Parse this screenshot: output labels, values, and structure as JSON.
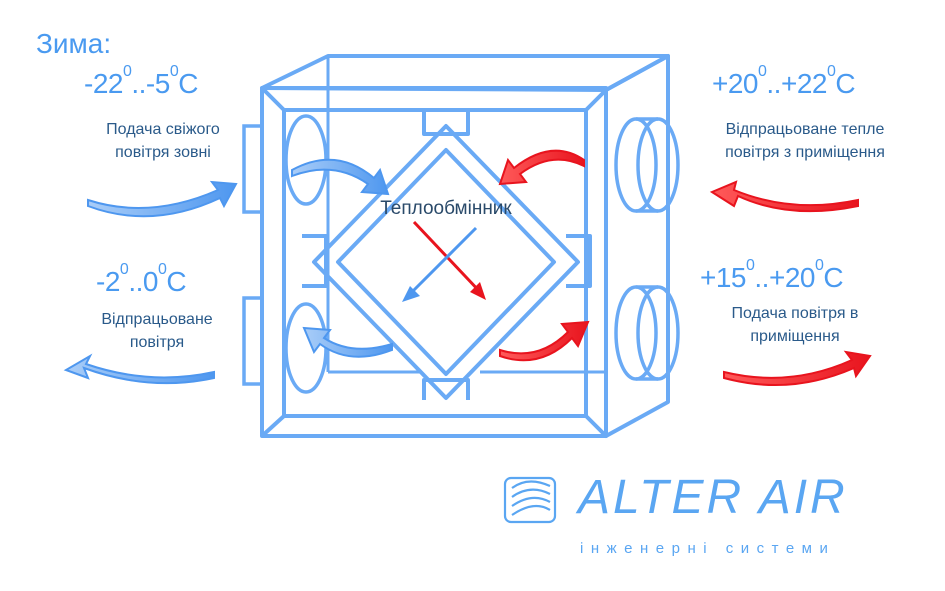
{
  "season": "Зима:",
  "inlet_outside": {
    "temp": [
      "-22",
      "0",
      "..-5",
      "0",
      "C"
    ],
    "label_line1": "Подача свіжого",
    "label_line2": "повітря зовні"
  },
  "exhaust_outside": {
    "temp": [
      "-2",
      "0",
      "..0",
      "0",
      "C"
    ],
    "label_line1": "Відпрацьоване",
    "label_line2": "повітря"
  },
  "extract_room": {
    "temp": [
      "+20",
      "0",
      "..+22",
      "0",
      "C"
    ],
    "label_line1": "Відпрацьоване тепле",
    "label_line2": "повітря з приміщення"
  },
  "supply_room": {
    "temp": [
      "+15",
      "0",
      "..+20",
      "0",
      "C"
    ],
    "label_line1": "Подача повітря в",
    "label_line2": "приміщення"
  },
  "exchanger_label": "Теплообмінник",
  "logo": {
    "name": "ALTER AIR",
    "tagline": "інженерні системи"
  },
  "colors": {
    "blue_outline": "#6aaaf5",
    "blue_arrow": "#64a6f4",
    "red_arrow": "#e8141e",
    "text_blue": "#4a9af0"
  }
}
